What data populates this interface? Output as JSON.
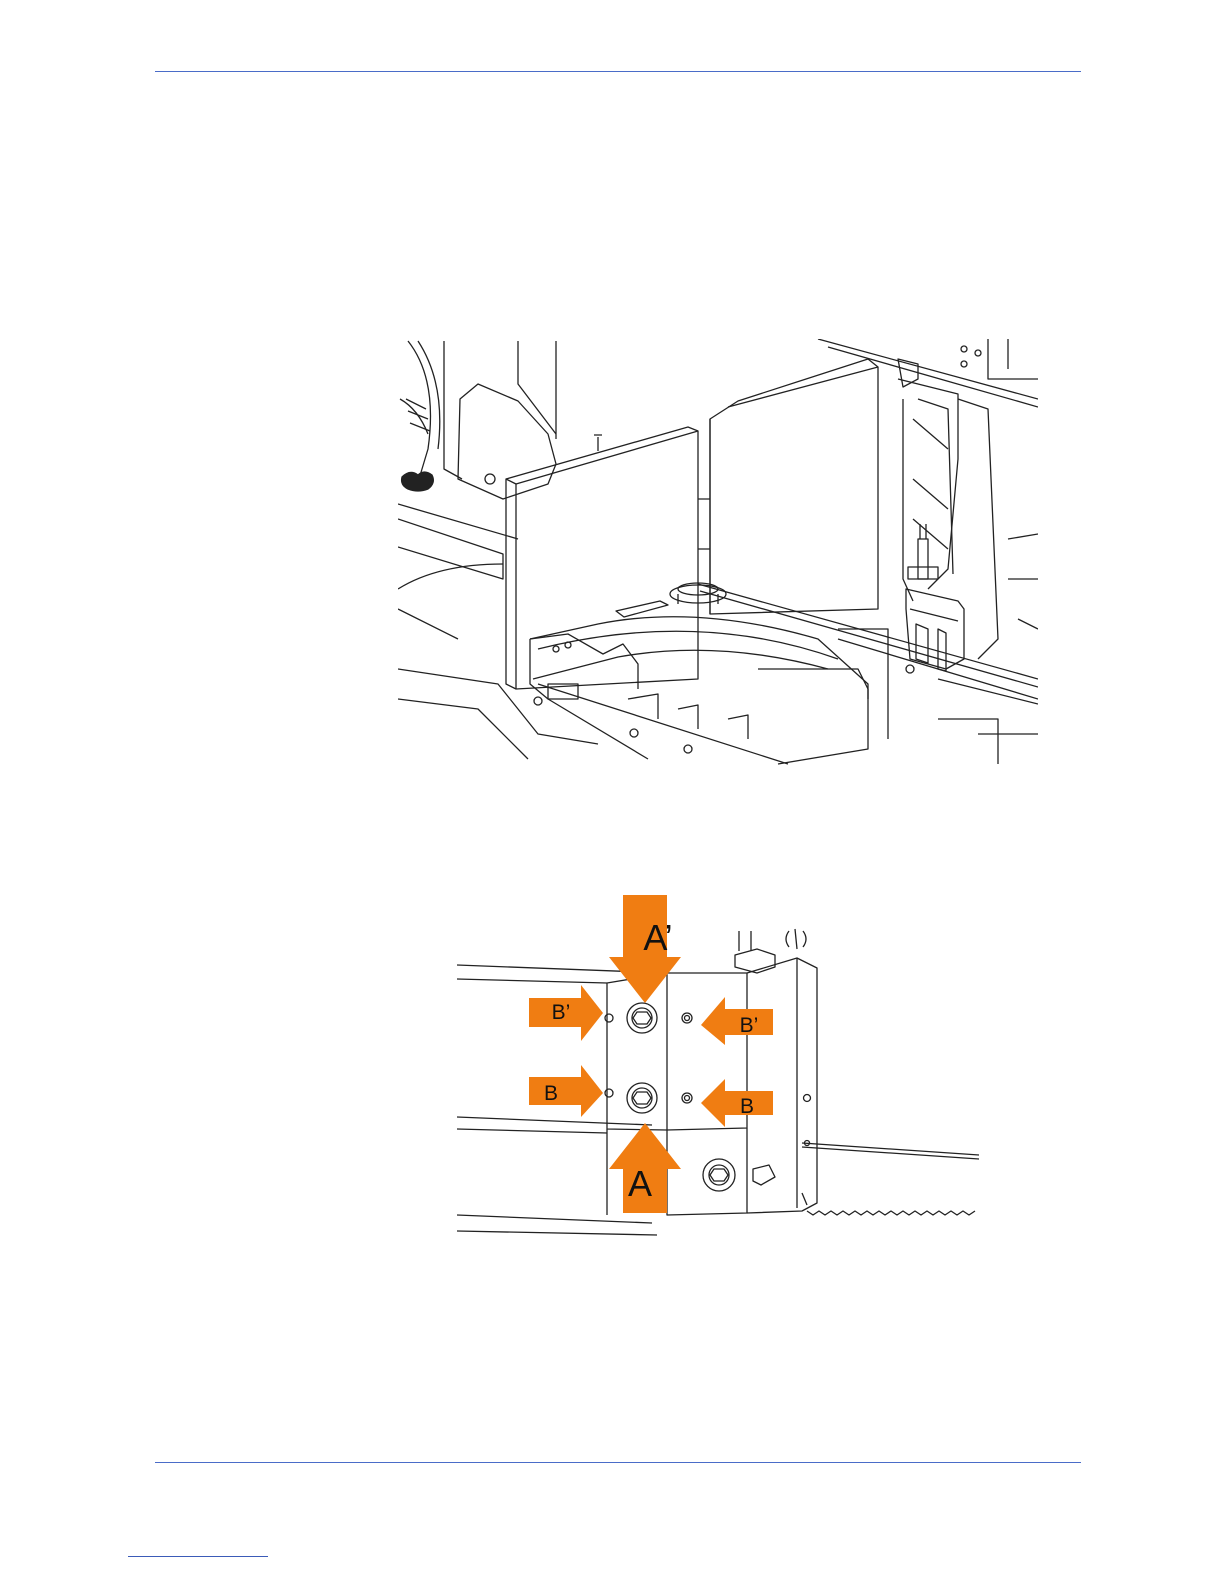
{
  "page": {
    "figure_top": {
      "alt": ""
    },
    "figure_bottom": {
      "labels": {
        "a_prime": "A’",
        "a": "A",
        "b_prime_left": "B’",
        "b_prime_right": "B’",
        "b_left": "B",
        "b_right": "B"
      },
      "arrow_color": "#f07d12"
    }
  }
}
